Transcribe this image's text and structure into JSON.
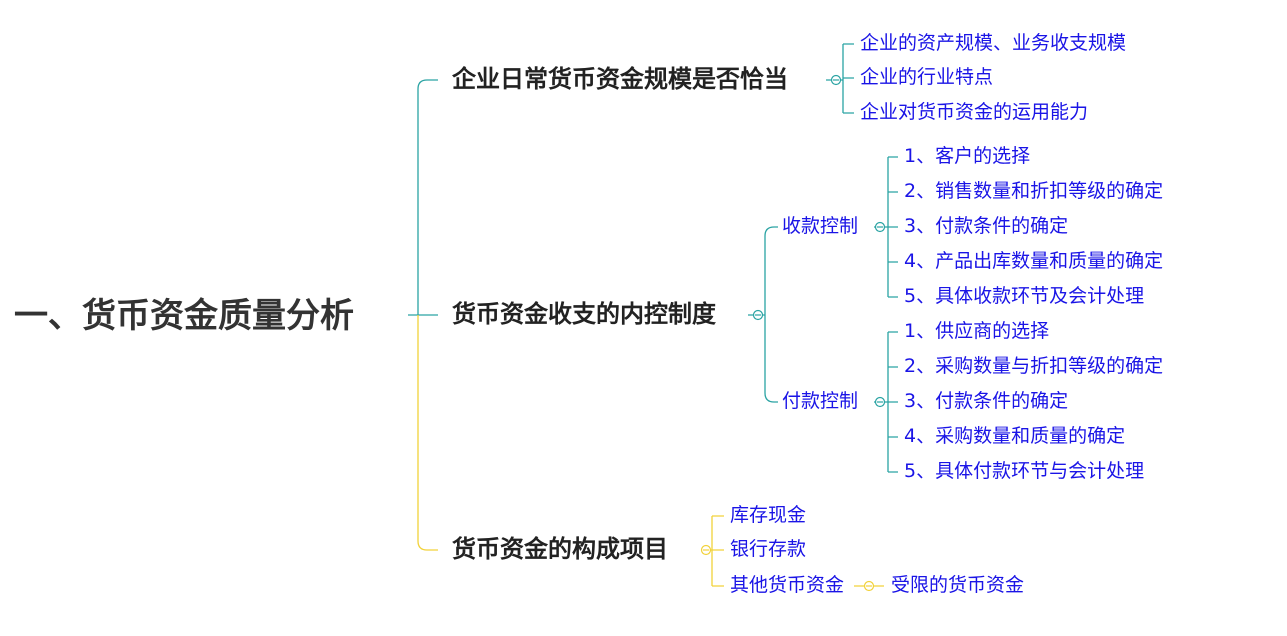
{
  "colors": {
    "teal": "#2aa3a3",
    "yellow": "#f2d23a",
    "leaf_text": "#1a14e6",
    "branch_text": "#222222",
    "root_text": "#333333"
  },
  "root": {
    "label": "一、货币资金质量分析"
  },
  "branches": [
    {
      "label": "企业日常货币资金规模是否恰当",
      "children": [
        {
          "label": "企业的资产规模、业务收支规模"
        },
        {
          "label": "企业的行业特点"
        },
        {
          "label": "企业对货币资金的运用能力"
        }
      ]
    },
    {
      "label": "货币资金收支的内控制度",
      "children": [
        {
          "label": "收款控制",
          "children": [
            {
              "label": "1、客户的选择"
            },
            {
              "label": "2、销售数量和折扣等级的确定"
            },
            {
              "label": "3、付款条件的确定"
            },
            {
              "label": "4、产品出库数量和质量的确定"
            },
            {
              "label": "5、具体收款环节及会计处理"
            }
          ]
        },
        {
          "label": "付款控制",
          "children": [
            {
              "label": "1、供应商的选择"
            },
            {
              "label": "2、采购数量与折扣等级的确定"
            },
            {
              "label": "3、付款条件的确定"
            },
            {
              "label": "4、采购数量和质量的确定"
            },
            {
              "label": "5、具体付款环节与会计处理"
            }
          ]
        }
      ]
    },
    {
      "label": "货币资金的构成项目",
      "children": [
        {
          "label": "库存现金"
        },
        {
          "label": "银行存款"
        },
        {
          "label": "其他货币资金",
          "children": [
            {
              "label": "受限的货币资金"
            }
          ]
        }
      ]
    }
  ]
}
